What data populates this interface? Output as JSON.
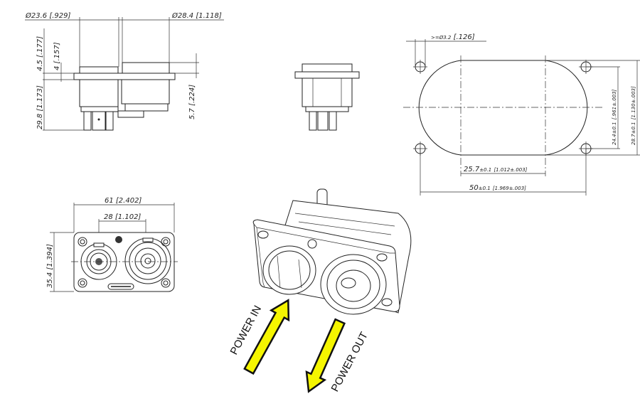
{
  "front_view": {
    "dia_left": "Ø23.6",
    "dia_left_in": "[.929]",
    "dia_right": "Ø28.4",
    "dia_right_in": "[1.118]",
    "h_top": "4.5 [.177]",
    "h_flange": "4 [.157]",
    "h_body": "29.8 [1.173]",
    "h_right": "5.7 [.224]"
  },
  "cutout": {
    "hole": ">=Ø3.2",
    "hole_in": "[.126]",
    "span_inner": "25.7",
    "span_inner_tol": "±0.1",
    "span_inner_in": "[1.012±.003]",
    "span_outer": "50",
    "span_outer_tol": "±0.1",
    "span_outer_in": "[1.969±.003]",
    "h_inner": "24.4±0.1",
    "h_inner_in": "[.961±.003]",
    "h_outer": "28.7±0.1",
    "h_outer_in": "[1.130±.003]"
  },
  "panel_view": {
    "width": "61 [2.402]",
    "pitch": "28 [1.102]",
    "height": "35.4 [1.394]"
  },
  "iso_view": {
    "arrow_in_label": "POWER IN",
    "arrow_out_label": "POWER OUT",
    "arrow_color": "#f5f500"
  }
}
